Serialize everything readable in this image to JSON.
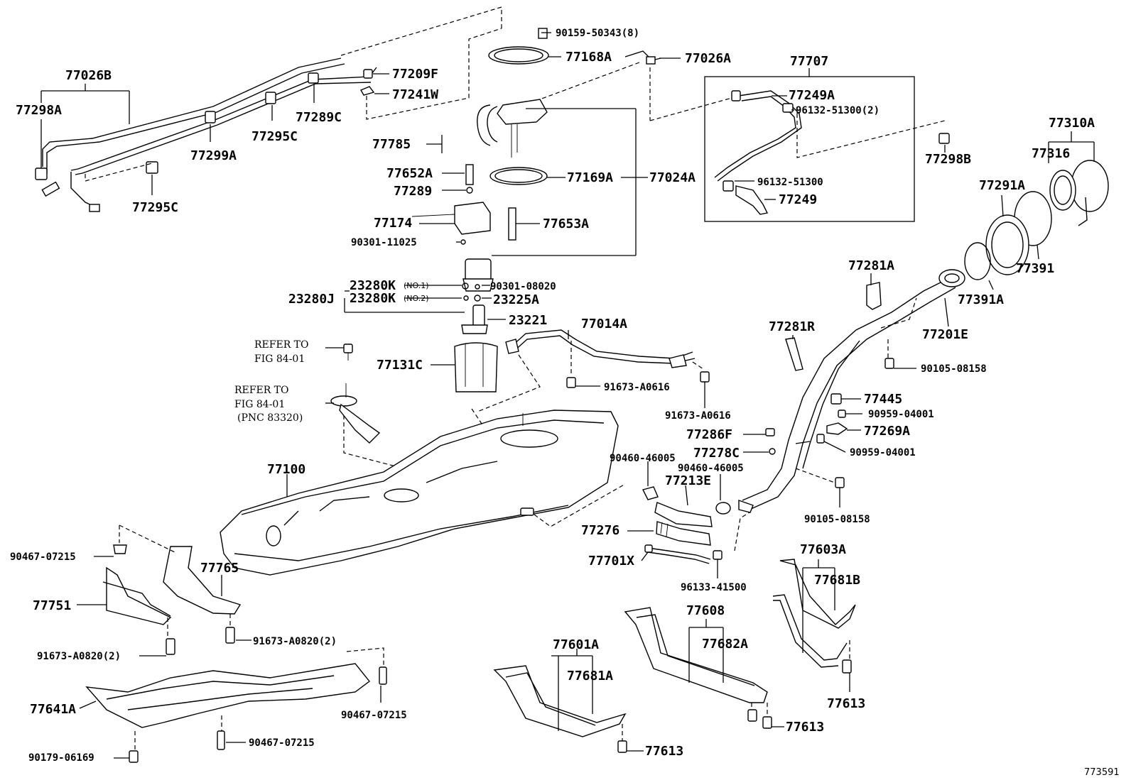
{
  "figure_id": "773591",
  "labels": {
    "l77026B": "77026B",
    "l77298A": "77298A",
    "l77299A": "77299A",
    "l77295C_a": "77295C",
    "l77295C_b": "77295C",
    "l77289C": "77289C",
    "l77209F": "77209F",
    "l77241W": "77241W",
    "l90159": "90159-50343(8)",
    "l77168A": "77168A",
    "l77026A": "77026A",
    "l77707": "77707",
    "l77249A": "77249A",
    "l96132_2": "96132-51300(2)",
    "l96132": "96132-51300",
    "l77249": "77249",
    "l77310A": "77310A",
    "l77316": "77316",
    "l77298B": "77298B",
    "l77291A": "77291A",
    "l77391": "77391",
    "l77391A": "77391A",
    "l77785": "77785",
    "l77652A": "77652A",
    "l77289": "77289",
    "l77169A": "77169A",
    "l77024A": "77024A",
    "l77174": "77174",
    "l77653A": "77653A",
    "l90301_11025": "90301-11025",
    "l23280K1": "23280K",
    "l23280K1sub": "(NO.1)",
    "l90301_08020": "90301-08020",
    "l23280J": "23280J",
    "l23280K2": "23280K",
    "l23280K2sub": "(NO.2)",
    "l23225A": "23225A",
    "l23221": "23221",
    "l77014A": "77014A",
    "refer1a": "REFER TO",
    "refer1b": "FIG 84-01",
    "l77131C": "77131C",
    "l91673_A0616a": "91673-A0616",
    "refer2a": "REFER TO",
    "refer2b": "FIG 84-01",
    "refer2c": "(PNC 83320)",
    "l91673_A0616b": "91673-A0616",
    "l77281A": "77281A",
    "l77281R": "77281R",
    "l77201E": "77201E",
    "l90105_a": "90105-08158",
    "l77445": "77445",
    "l90959_a": "90959-04001",
    "l77286F": "77286F",
    "l77269A": "77269A",
    "l90460_a": "90460-46005",
    "l77278C": "77278C",
    "l90959_b": "90959-04001",
    "l90460_b": "90460-46005",
    "l77100": "77100",
    "l77213E": "77213E",
    "l90105_b": "90105-08158",
    "l77276": "77276",
    "l90467_a": "90467-07215",
    "l77765": "77765",
    "l77701X": "77701X",
    "l77603A": "77603A",
    "l96133": "96133-41500",
    "l77681B": "77681B",
    "l77751": "77751",
    "l77608": "77608",
    "l91673_A0820a": "91673-A0820(2)",
    "l77682A": "77682A",
    "l91673_A0820b": "91673-A0820(2)",
    "l77601A": "77601A",
    "l77681A": "77681A",
    "l77613a": "77613",
    "l77641A": "77641A",
    "l90467_b": "90467-07215",
    "l77613b": "77613",
    "l90467_c": "90467-07215",
    "l90179": "90179-06169",
    "l77613c": "77613"
  }
}
